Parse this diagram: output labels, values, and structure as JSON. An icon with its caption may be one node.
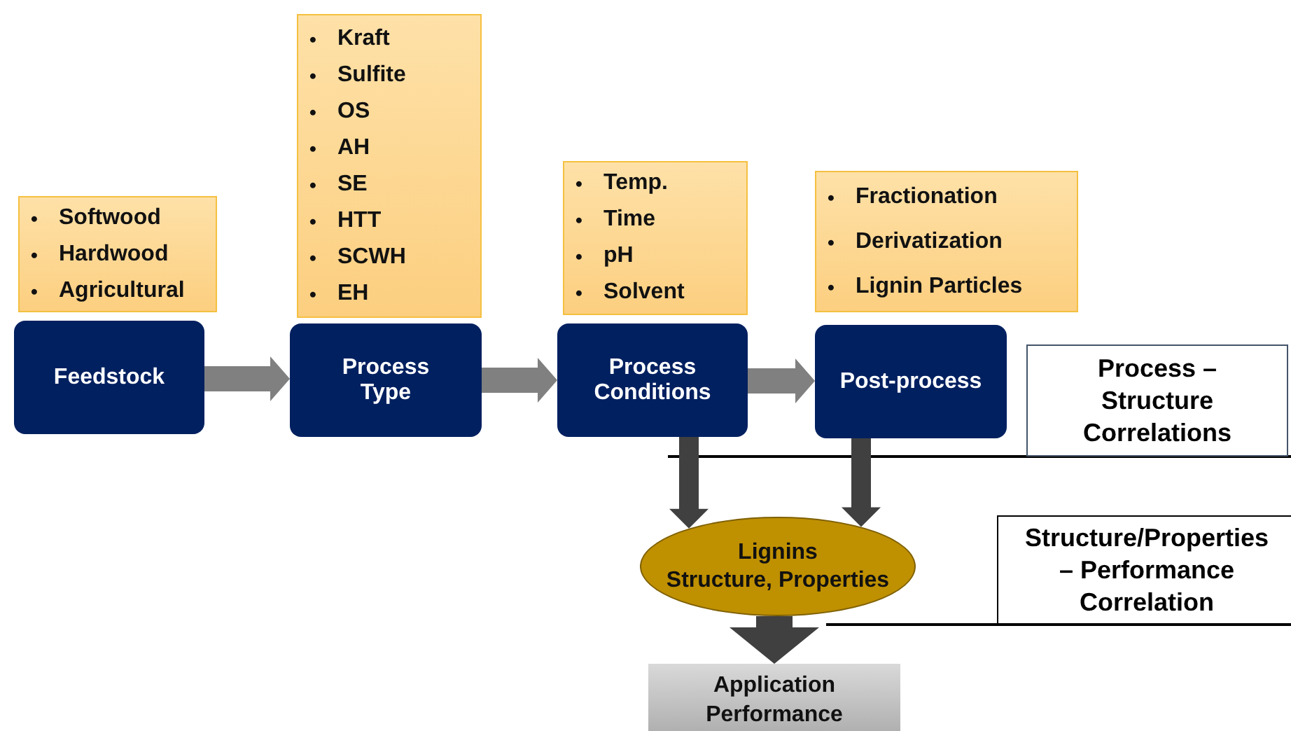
{
  "diagram": {
    "nodes": [
      {
        "text": [
          "•",
          "Softwood",
          "•",
          "Hardwood",
          "•",
          "Agricultural"
        ]
      },
      {
        "text": [
          "•",
          "Kraft",
          "•",
          "Sulfite",
          "•",
          "OS",
          "•",
          "AH",
          "•",
          "SE",
          "•",
          "HTT",
          "•",
          "SCWH",
          "•",
          "EH"
        ]
      },
      {
        "text": [
          "•",
          "Temp.",
          "•",
          "Time",
          "•",
          "pH",
          "•",
          "Solvent"
        ]
      },
      {
        "text": [
          "•",
          "Fractionation",
          "•",
          "Derivatization",
          "•",
          "Lignin Particles"
        ]
      },
      {
        "text": [
          "Feedstock"
        ]
      },
      {
        "text": [
          "Process Type"
        ]
      },
      {
        "text": [
          "Process Conditions"
        ]
      },
      {
        "text": [
          "Post-process"
        ]
      },
      {
        "text": [
          "Process – Structure Correlations"
        ]
      },
      {
        "text": [
          "Lignins",
          "Structure, Properties"
        ]
      },
      {
        "text": [
          "Structure/Properties – Performance Correlation"
        ]
      },
      {
        "text": [
          "Application Performance"
        ]
      }
    ],
    "edges": [
      {
        "from": 4,
        "to": 5,
        "arrow": "to",
        "style": "thick",
        "color": "#808080"
      },
      {
        "from": 5,
        "to": 6,
        "arrow": "to",
        "style": "thick",
        "color": "#808080"
      },
      {
        "from": 6,
        "to": 7,
        "arrow": "to",
        "style": "thick",
        "color": "#808080"
      },
      {
        "from": 6,
        "to": 9,
        "arrow": "to",
        "style": "thick",
        "color": "#404040"
      },
      {
        "from": 7,
        "to": 9,
        "arrow": "to",
        "style": "thick",
        "color": "#404040"
      },
      {
        "from": 9,
        "to": 11,
        "arrow": "to",
        "style": "thick",
        "color": "#404040"
      }
    ]
  }
}
